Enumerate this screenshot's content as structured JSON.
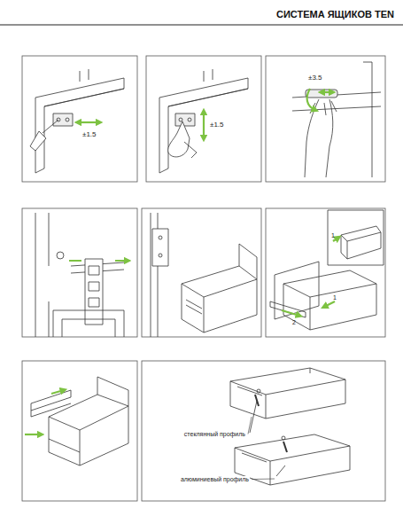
{
  "diagram": {
    "title": "СИСТЕМА ЯЩИКОВ TEN",
    "labels": [
      "±1.5",
      "±1.5",
      "±3.5",
      "1",
      "1",
      "2",
      "стеклянный профиль",
      "алюминиевый профиль"
    ]
  }
}
